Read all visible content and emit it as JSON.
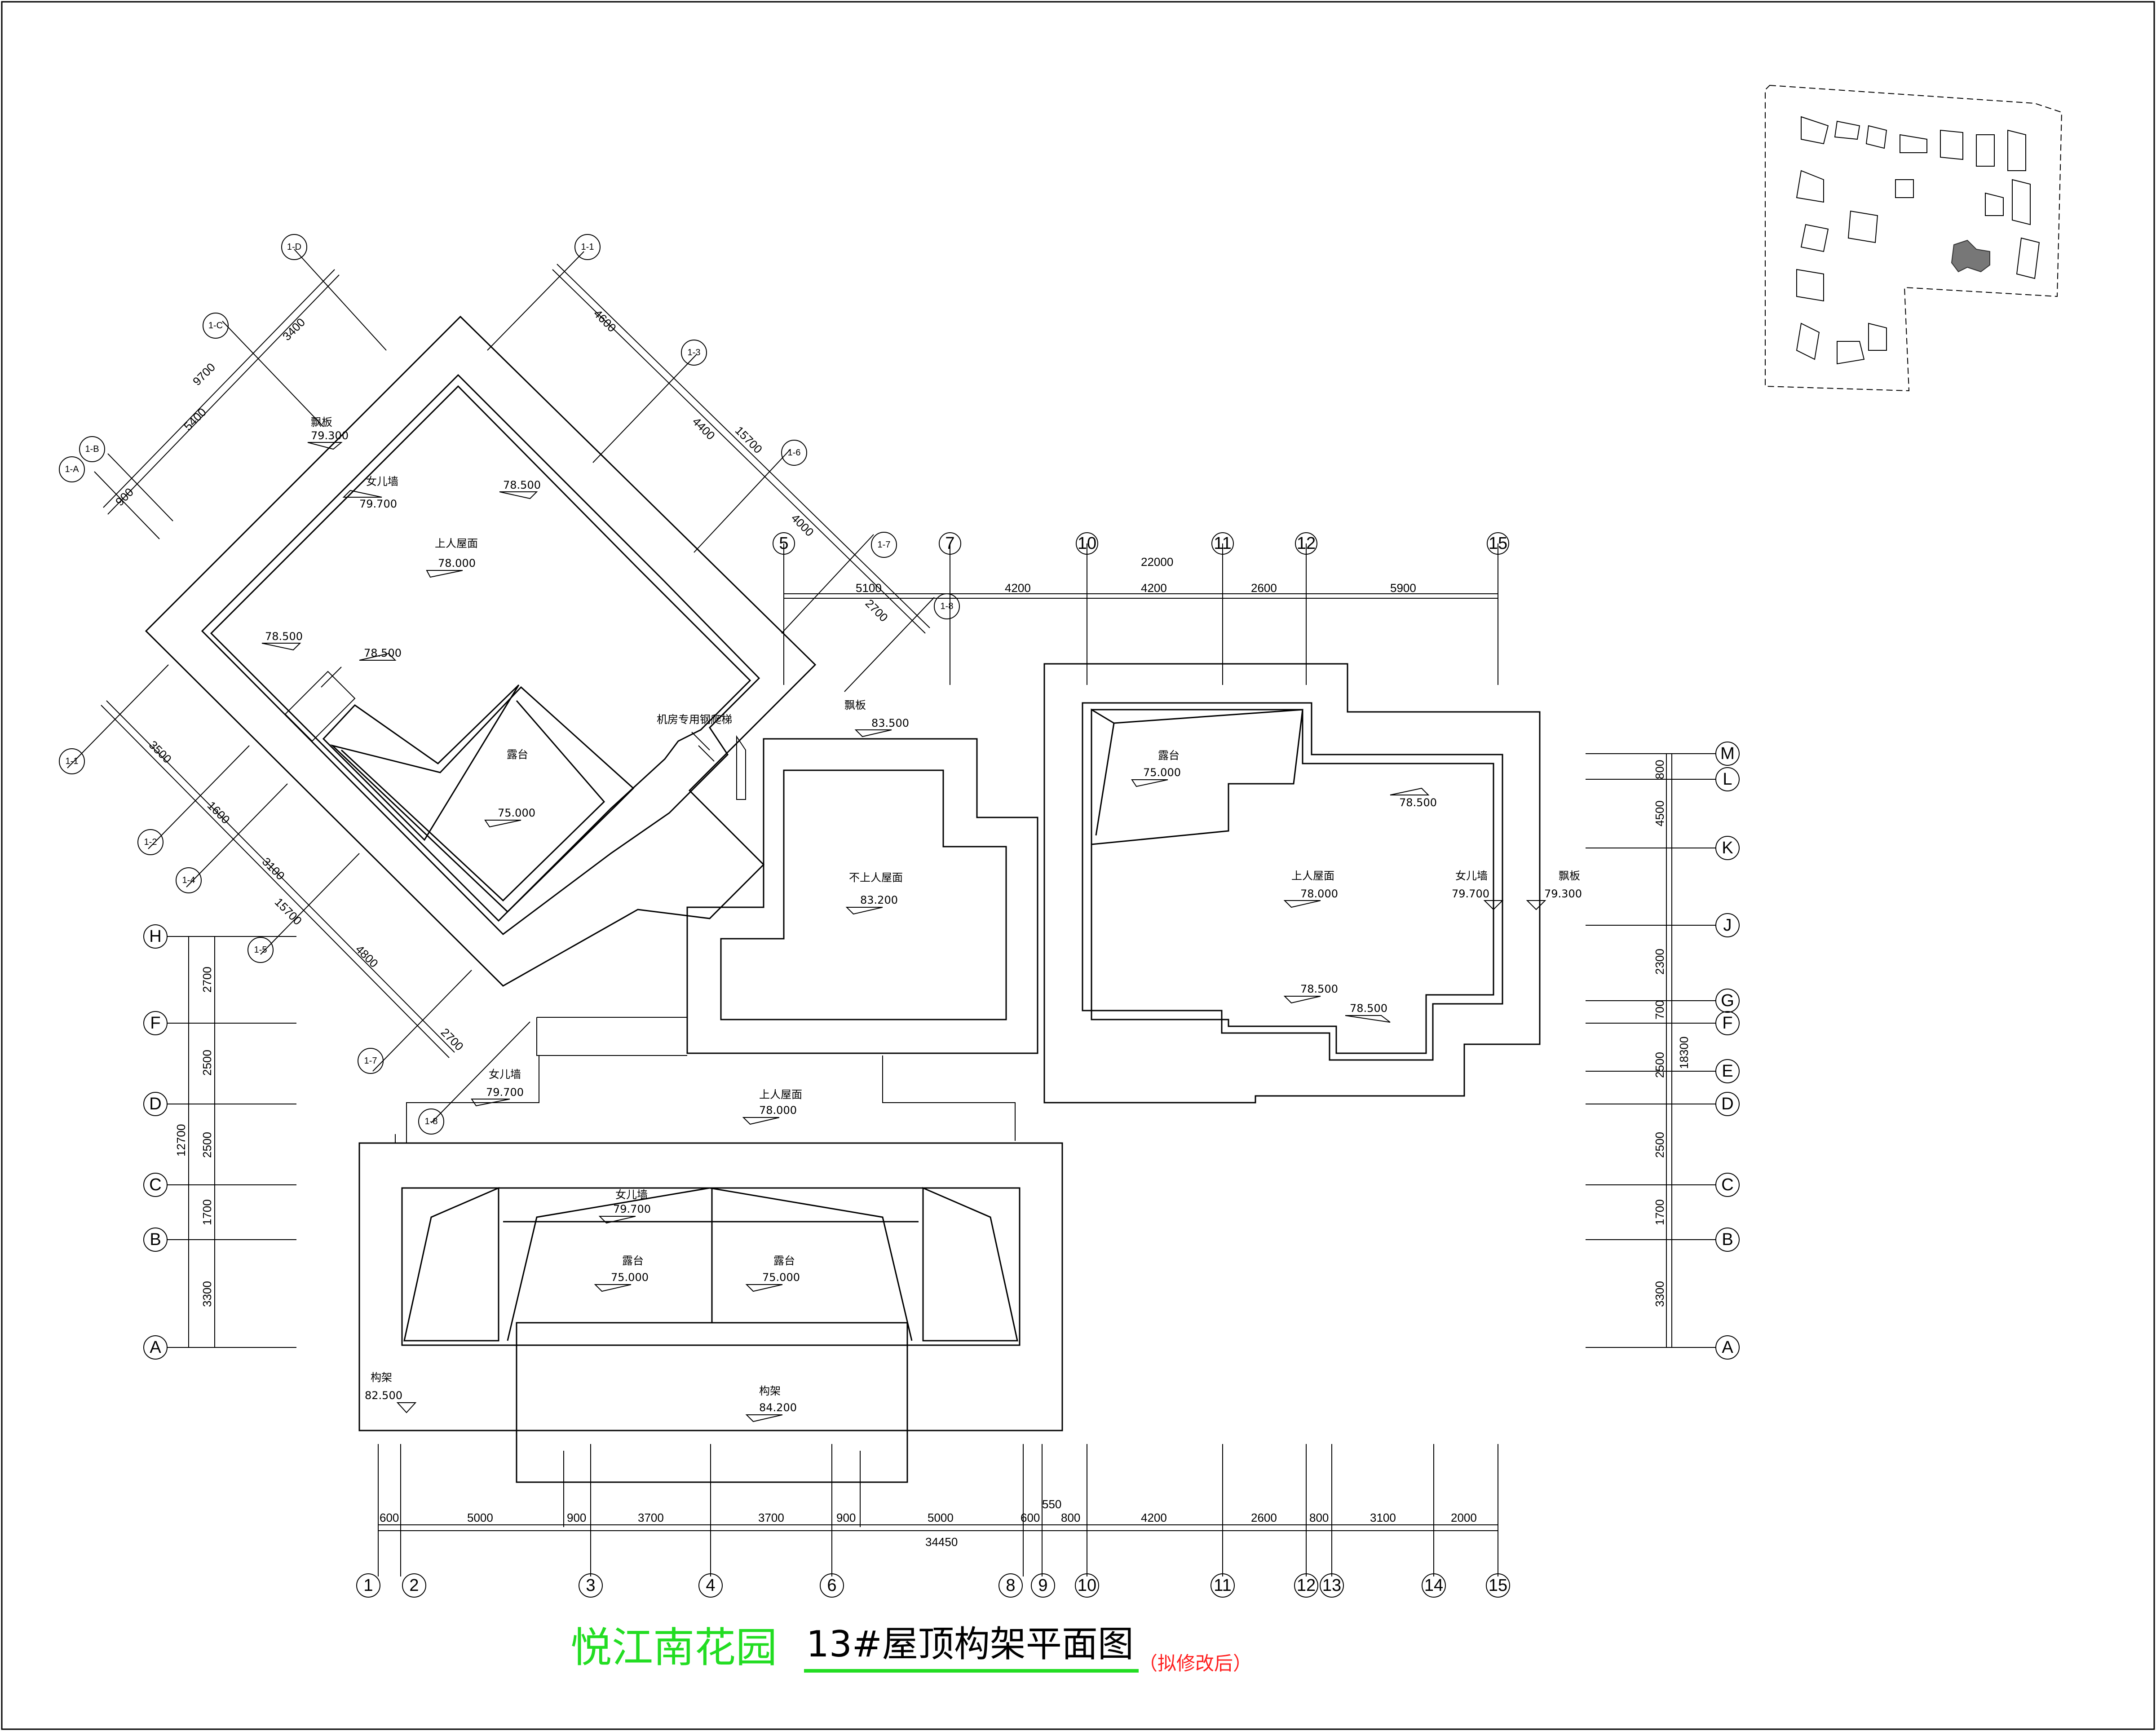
{
  "title": {
    "project": "悦江南花园",
    "drawing": "13#屋顶构架平面图",
    "note": "（拟修改后）",
    "underline_color": "#22dd22"
  },
  "colors": {
    "line": "#000000",
    "title_project": "#22dd22",
    "note": "#ff2020"
  },
  "grid_top": {
    "bubbles": [
      "5",
      "7",
      "10",
      "11",
      "12",
      "15"
    ],
    "total": "22000",
    "dims": [
      "5100",
      "4200",
      "4200",
      "2600",
      "5900"
    ]
  },
  "grid_bottom": {
    "bubbles": [
      "1",
      "2",
      "3",
      "4",
      "6",
      "8",
      "9",
      "10",
      "11",
      "12",
      "13",
      "14",
      "15"
    ],
    "total": "34450",
    "dims": [
      "600",
      "5000",
      "900",
      "3700",
      "3700",
      "900",
      "5000",
      "600",
      "550",
      "800",
      "4200",
      "2600",
      "800",
      "3100",
      "2000"
    ]
  },
  "grid_left": {
    "bubbles": [
      "H",
      "F",
      "D",
      "C",
      "B",
      "A"
    ],
    "dims": [
      "2700",
      "2500",
      "2500",
      "1700",
      "3300"
    ],
    "total": "12700"
  },
  "grid_right": {
    "bubbles": [
      "M",
      "L",
      "K",
      "J",
      "G",
      "F",
      "E",
      "D",
      "C",
      "B",
      "A"
    ],
    "dims": [
      "800",
      "4500",
      "2300",
      "700",
      "2500",
      "2500",
      "1700",
      "3300"
    ],
    "total": "18300"
  },
  "grid_diag_upper": {
    "bubbles": [
      "1-D",
      "1-C",
      "1-B",
      "1-A",
      "1-1",
      "1-3",
      "1-6",
      "1-7",
      "1-8"
    ],
    "dims_left": [
      "3400",
      "9700",
      "5400",
      "900"
    ],
    "dims_right": [
      "4600",
      "4400",
      "15700",
      "4000",
      "2700"
    ]
  },
  "grid_diag_lower": {
    "bubbles": [
      "1-1",
      "1-2",
      "1-4",
      "1-5",
      "1-7",
      "1-8"
    ],
    "dims": [
      "3500",
      "1600",
      "3100",
      "15700",
      "4800",
      "2700"
    ]
  },
  "annotations": [
    {
      "label": "飘板",
      "value": "79.300"
    },
    {
      "label": "女儿墙",
      "value": "79.700"
    },
    {
      "label": "",
      "value": "78.500"
    },
    {
      "label": "上人屋面",
      "value": "78.000"
    },
    {
      "label": "",
      "value": "78.500"
    },
    {
      "label": "",
      "value": "78.500"
    },
    {
      "label": "露台",
      "value": "75.000"
    },
    {
      "label": "机房专用钢爬梯",
      "value": ""
    },
    {
      "label": "飘板",
      "value": "83.500"
    },
    {
      "label": "不上人屋面",
      "value": "83.200"
    },
    {
      "label": "露台",
      "value": "75.000"
    },
    {
      "label": "",
      "value": "78.500"
    },
    {
      "label": "上人屋面",
      "value": "78.000"
    },
    {
      "label": "女儿墙",
      "value": "79.700"
    },
    {
      "label": "飘板",
      "value": "79.300"
    },
    {
      "label": "",
      "value": "78.500"
    },
    {
      "label": "",
      "value": "78.500"
    },
    {
      "label": "女儿墙",
      "value": "79.700"
    },
    {
      "label": "上人屋面",
      "value": "78.000"
    },
    {
      "label": "女儿墙",
      "value": "79.700"
    },
    {
      "label": "露台",
      "value": "75.000"
    },
    {
      "label": "露台",
      "value": "75.000"
    },
    {
      "label": "构架",
      "value": "82.500"
    },
    {
      "label": "构架",
      "value": "84.200"
    }
  ]
}
